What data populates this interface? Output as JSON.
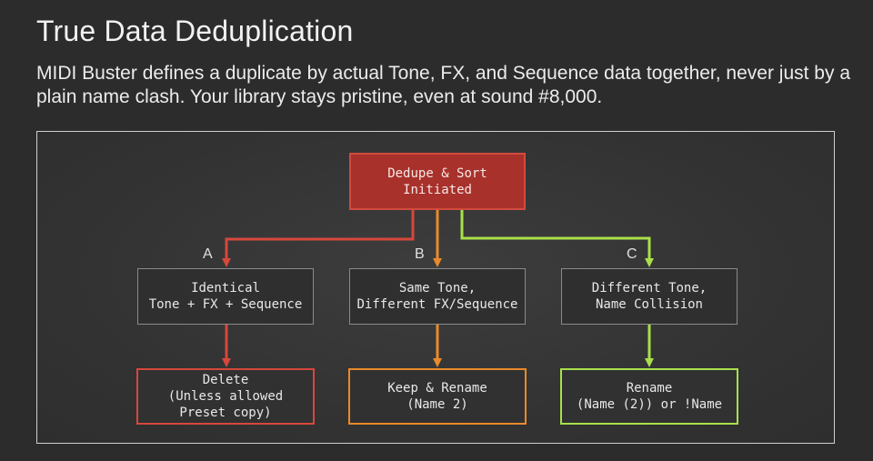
{
  "header": {
    "title": "True Data Deduplication",
    "subtitle": "MIDI Buster defines a duplicate by actual Tone, FX, and Sequence data together, never just by a plain name clash. Your library stays pristine, even at sound #8,000."
  },
  "diagram": {
    "root": {
      "label": "Dedupe & Sort\nInitiated"
    },
    "branches": [
      {
        "letter": "A",
        "condition": "Identical\nTone + FX + Sequence",
        "outcome": "Delete\n(Unless allowed\nPreset copy)",
        "color": "#d7473c"
      },
      {
        "letter": "B",
        "condition": "Same Tone,\nDifferent FX/Sequence",
        "outcome": "Keep & Rename\n(Name 2)",
        "color": "#e98a2b"
      },
      {
        "letter": "C",
        "condition": "Different Tone,\nName Collision",
        "outcome": "Rename\n(Name (2)) or !Name",
        "color": "#a8e04a"
      }
    ]
  }
}
